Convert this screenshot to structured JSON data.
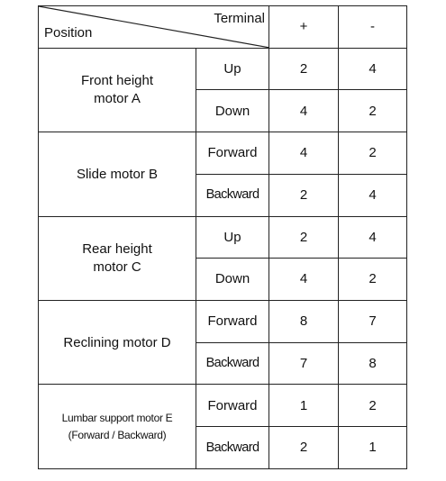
{
  "header": {
    "terminal_label": "Terminal",
    "position_label": "Position",
    "plus": "+",
    "minus": "-"
  },
  "motors": [
    {
      "name_lines": [
        "Front height",
        "motor A"
      ],
      "rows": [
        {
          "direction": "Up",
          "plus": "2",
          "minus": "4"
        },
        {
          "direction": "Down",
          "plus": "4",
          "minus": "2"
        }
      ]
    },
    {
      "name_lines": [
        "Slide motor B"
      ],
      "rows": [
        {
          "direction": "Forward",
          "plus": "4",
          "minus": "2"
        },
        {
          "direction": "Backward",
          "plus": "2",
          "minus": "4"
        }
      ]
    },
    {
      "name_lines": [
        "Rear height",
        "motor C"
      ],
      "rows": [
        {
          "direction": "Up",
          "plus": "2",
          "minus": "4"
        },
        {
          "direction": "Down",
          "plus": "4",
          "minus": "2"
        }
      ]
    },
    {
      "name_lines": [
        "Reclining motor D"
      ],
      "rows": [
        {
          "direction": "Forward",
          "plus": "8",
          "minus": "7"
        },
        {
          "direction": "Backward",
          "plus": "7",
          "minus": "8"
        }
      ]
    },
    {
      "name_lines": [
        "Lumbar support motor E",
        "(Forward / Backward)"
      ],
      "rows": [
        {
          "direction": "Forward",
          "plus": "1",
          "minus": "2"
        },
        {
          "direction": "Backward",
          "plus": "2",
          "minus": "1"
        }
      ]
    }
  ]
}
